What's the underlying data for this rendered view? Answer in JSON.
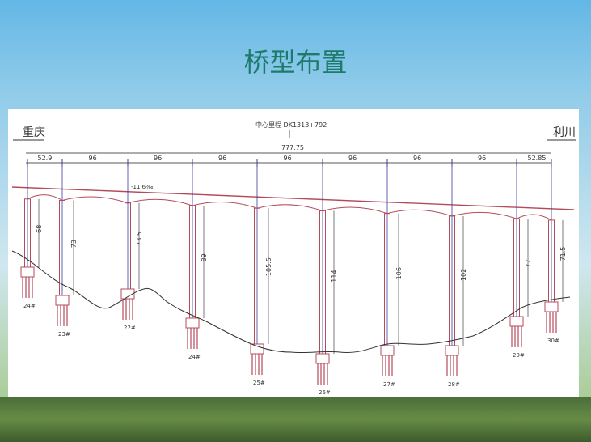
{
  "slide": {
    "title": "桥型布置"
  },
  "drawing": {
    "left_end_label": "重庆",
    "right_end_label": "利川",
    "center_stake_label": "中心里程 DK1313+792",
    "total_length": "777.75",
    "spans": [
      "52.9",
      "96",
      "96",
      "96",
      "96",
      "96",
      "96",
      "96",
      "52.85"
    ],
    "slope_label": "-11.6‰",
    "pier_heights": [
      "68",
      "73",
      "73.5",
      "89",
      "105.5",
      "114",
      "106",
      "102",
      "77",
      "71.5"
    ],
    "foundation_labels": [
      "24#",
      "23#",
      "22#",
      "24#",
      "25#",
      "26#",
      "27#",
      "28#",
      "29#",
      "30#"
    ]
  },
  "colors": {
    "title": "#1f7a6b",
    "drawing_line": "#b54b5a",
    "ground_line": "#333333",
    "dimension_line": "#222222",
    "pier_axis": "#3a3aa0"
  }
}
